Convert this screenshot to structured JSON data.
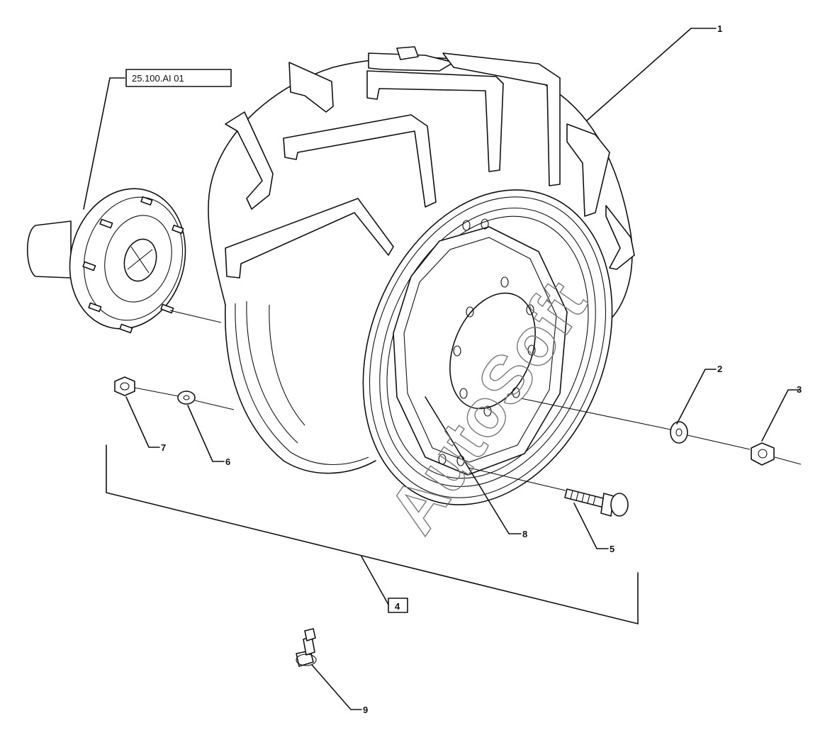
{
  "reference_box": "25.100.AI 01",
  "watermark": "AutoSoft",
  "callouts": {
    "c1": "1",
    "c2": "2",
    "c3": "3",
    "c4": "4",
    "c5": "5",
    "c6": "6",
    "c7": "7",
    "c8": "8",
    "c9": "9"
  }
}
